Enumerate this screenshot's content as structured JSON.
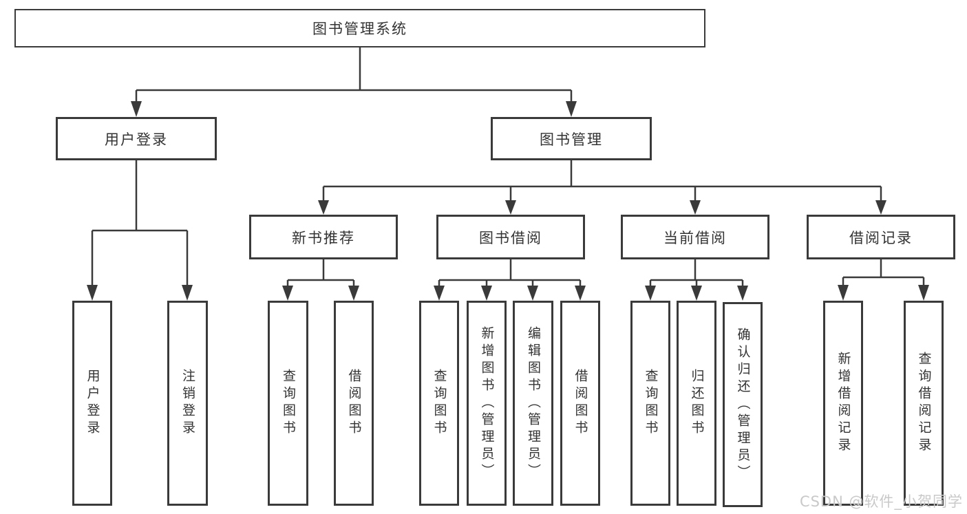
{
  "diagram": {
    "root": {
      "label": "图书管理系统"
    },
    "level2": [
      {
        "label": "用户登录"
      },
      {
        "label": "图书管理"
      }
    ],
    "level3": [
      {
        "label": "新书推荐"
      },
      {
        "label": "图书借阅"
      },
      {
        "label": "当前借阅"
      },
      {
        "label": "借阅记录"
      }
    ],
    "leaves": {
      "user_login": [
        {
          "label": "用户登录"
        },
        {
          "label": "注销登录"
        }
      ],
      "new_books": [
        {
          "label": "查询图书"
        },
        {
          "label": "借阅图书"
        }
      ],
      "book_borrow": [
        {
          "label": "查询图书"
        },
        {
          "label": "新增图书（管理员）"
        },
        {
          "label": "编辑图书（管理员）"
        },
        {
          "label": "借阅图书"
        }
      ],
      "current_borrow": [
        {
          "label": "查询图书"
        },
        {
          "label": "归还图书"
        },
        {
          "label": "确认归还（管理员）"
        }
      ],
      "borrow_records": [
        {
          "label": "新增借阅记录"
        },
        {
          "label": "查询借阅记录"
        }
      ]
    },
    "watermark": "CSDN @软件_小贺同学",
    "colors": {
      "line": "#3a3a3a",
      "text": "#333333",
      "watermark": "#c9c9c9",
      "background": "#ffffff"
    }
  }
}
